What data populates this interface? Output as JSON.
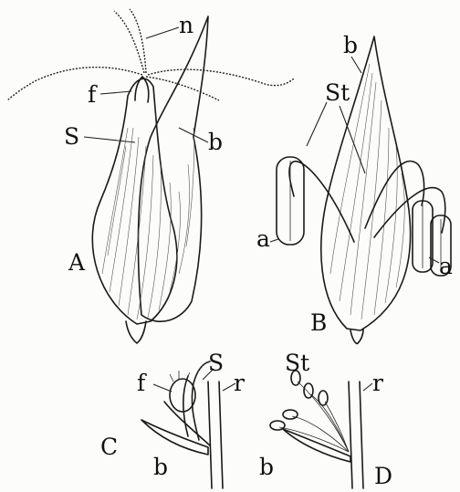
{
  "figure": {
    "labels": {
      "A": "A",
      "B": "B",
      "C": "C",
      "D": "D",
      "n": "n",
      "f": "f",
      "S": "S",
      "b": "b",
      "St": "St",
      "a": "a",
      "c_S": "S",
      "c_f": "f",
      "c_r": "r",
      "c_b": "b",
      "d_St": "St",
      "d_r": "r",
      "d_b": "b"
    }
  }
}
